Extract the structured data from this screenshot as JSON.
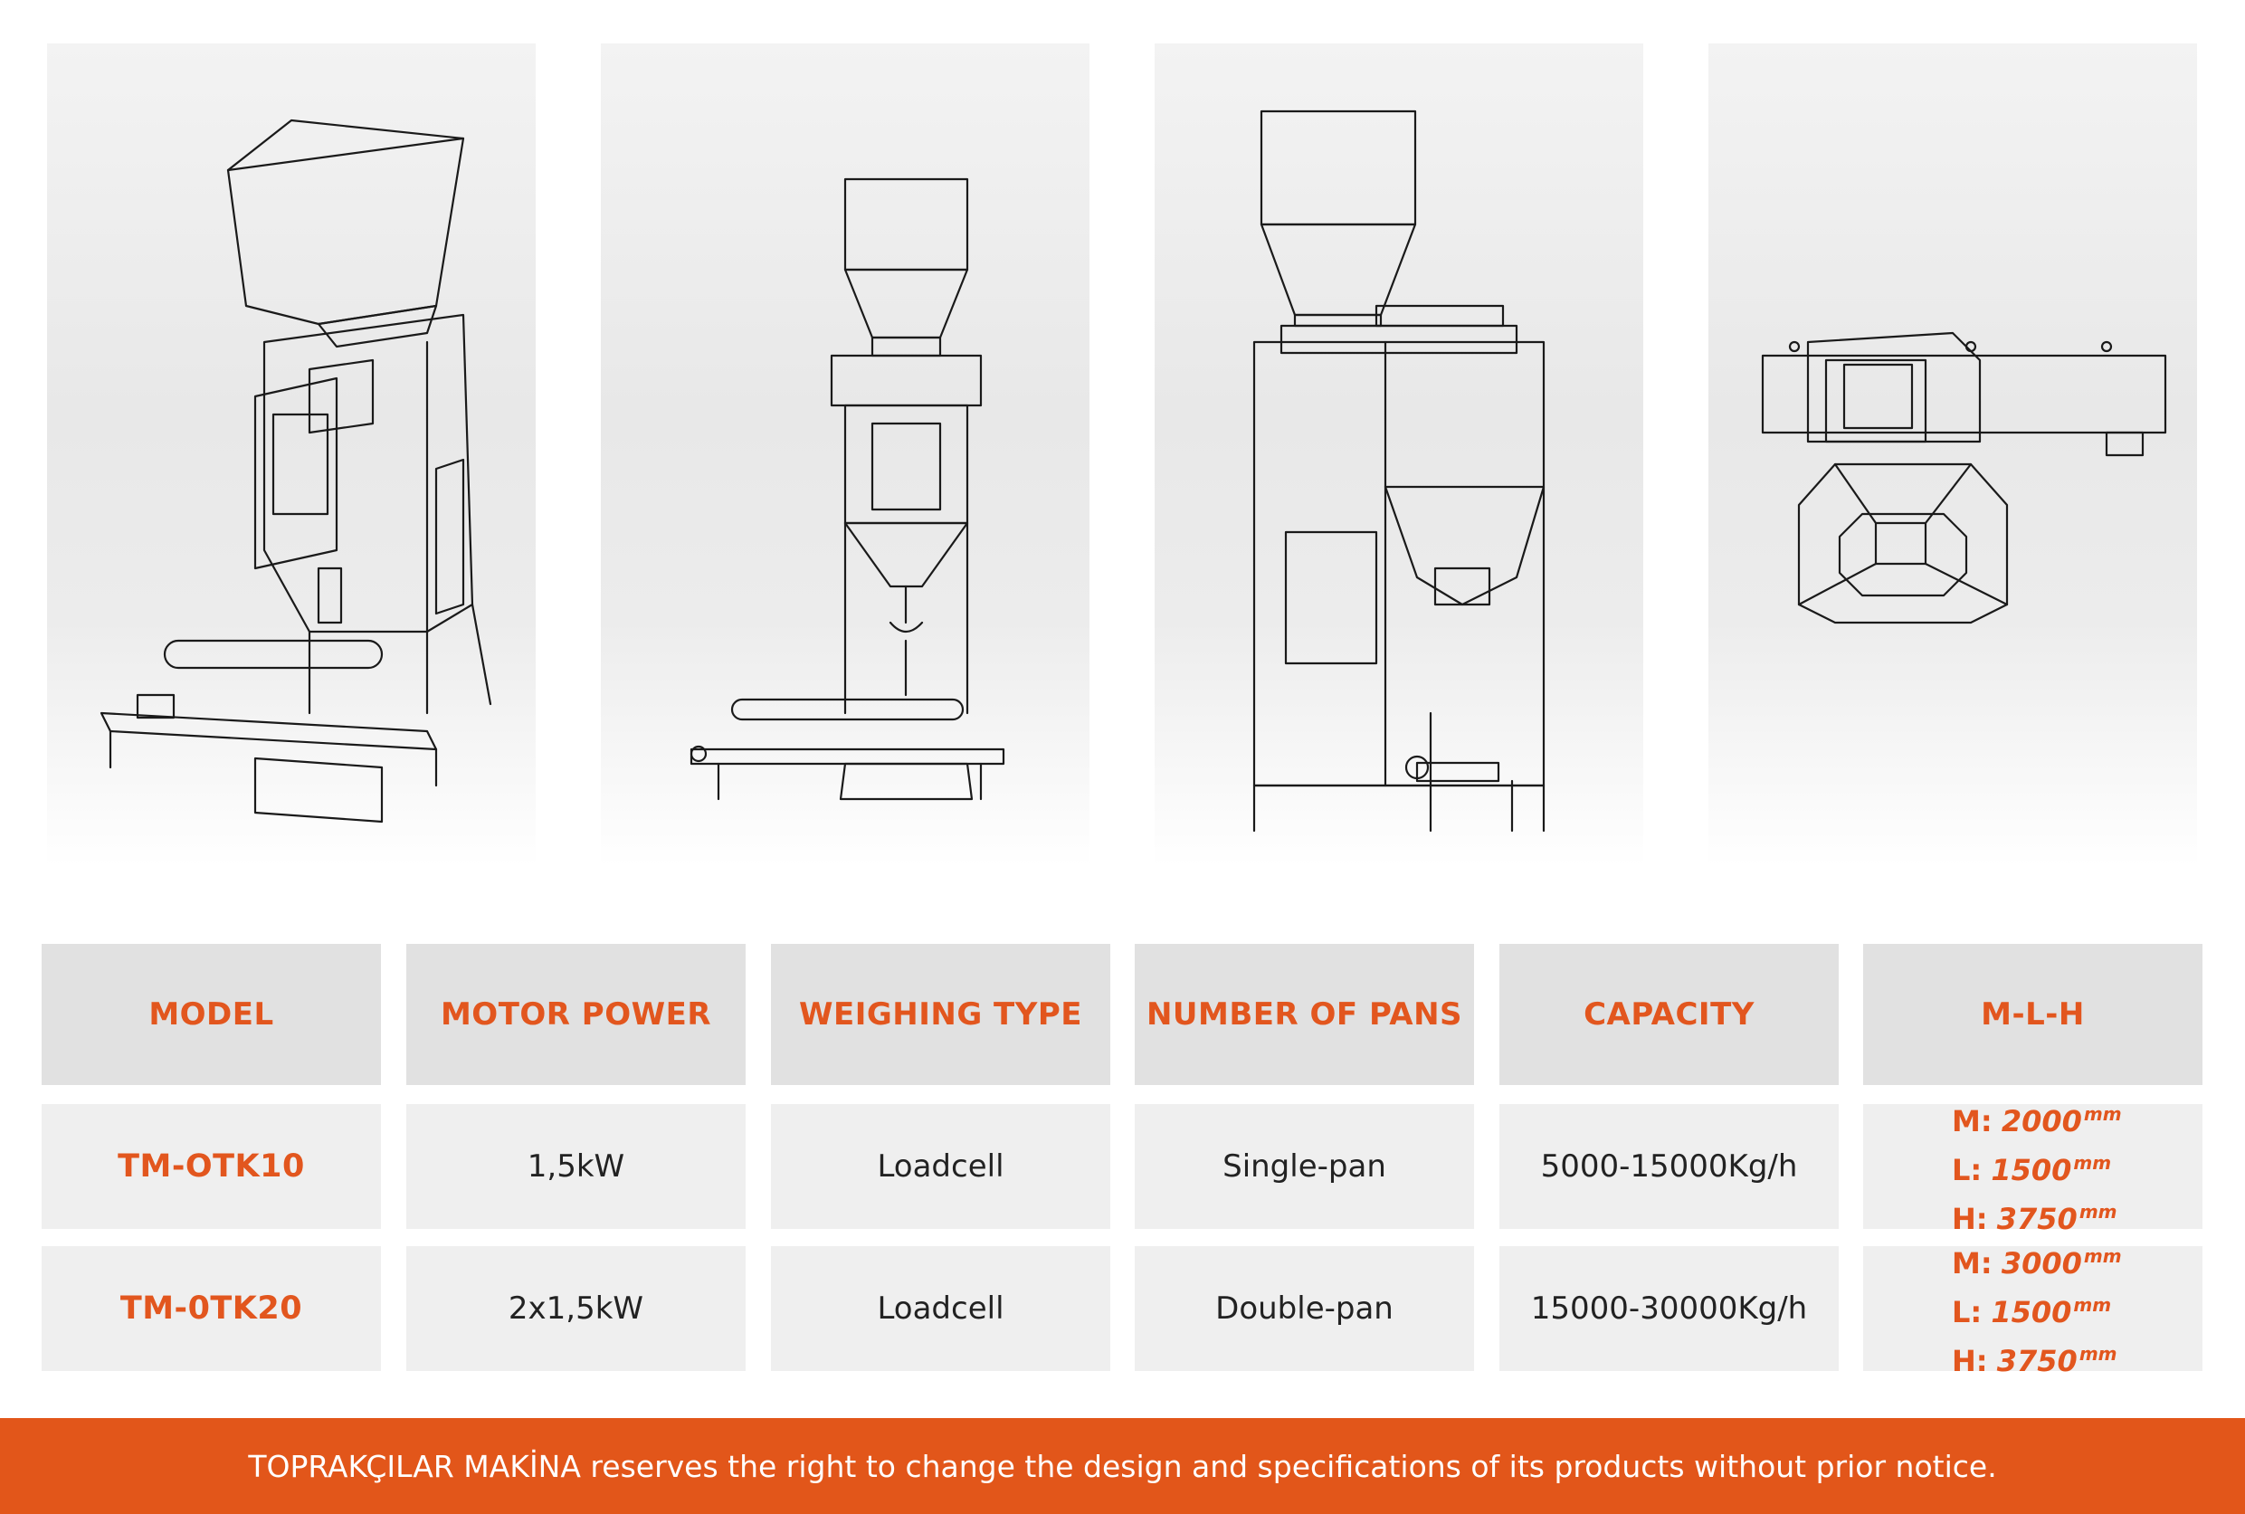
{
  "table": {
    "headers": [
      "MODEL",
      "MOTOR POWER",
      "WEIGHING TYPE",
      "NUMBER OF PANS",
      "CAPACITY",
      "M-L-H"
    ],
    "rows": [
      {
        "model": "TM-OTK10",
        "motor_power": "1,5kW",
        "weighing_type": "Loadcell",
        "pans": "Single-pan",
        "capacity": "5000-15000Kg/h",
        "dims": [
          {
            "key": "M:",
            "value": "2000",
            "unit": "mm"
          },
          {
            "key": "L:",
            "value": "1500",
            "unit": "mm"
          },
          {
            "key": "H:",
            "value": "3750",
            "unit": "mm"
          }
        ]
      },
      {
        "model": "TM-0TK20",
        "motor_power": "2x1,5kW",
        "weighing_type": "Loadcell",
        "pans": "Double-pan",
        "capacity": "15000-30000Kg/h",
        "dims": [
          {
            "key": "M:",
            "value": "3000",
            "unit": "mm"
          },
          {
            "key": "L:",
            "value": "1500",
            "unit": "mm"
          },
          {
            "key": "H:",
            "value": "3750",
            "unit": "mm"
          }
        ]
      }
    ]
  },
  "footer": {
    "notice": "TOPRAKÇILAR MAKİNA reserves the right to change the design and specifications of its products without prior notice."
  },
  "colors": {
    "accent": "#e2561e",
    "header_bg": "#e1e1e1",
    "cell_bg": "#efefef",
    "footer_bg": "#e2561a"
  }
}
